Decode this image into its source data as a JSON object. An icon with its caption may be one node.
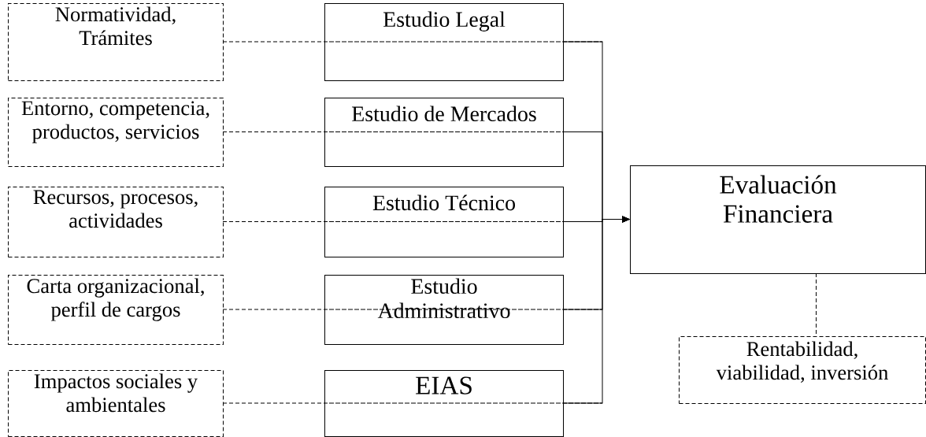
{
  "diagram": {
    "nodes": [
      {
        "text": [
          "Normatividad, Trámites"
        ]
      },
      {
        "text": [
          "Estudio Legal"
        ]
      },
      {
        "text": [
          "Entorno, competencia, productos, servicios"
        ]
      },
      {
        "text": [
          "Estudio de Mercados"
        ]
      },
      {
        "text": [
          "Recursos, procesos, actividades"
        ]
      },
      {
        "text": [
          "Estudio Técnico"
        ]
      },
      {
        "text": [
          "Carta organizacional, perfil de cargos"
        ]
      },
      {
        "text": [
          "Estudio Administrativo"
        ]
      },
      {
        "text": [
          "Impactos sociales y ambientales"
        ]
      },
      {
        "text": [
          "EIAS"
        ]
      },
      {
        "text": [
          "Evaluación Financiera"
        ]
      },
      {
        "text": [
          "Rentabilidad, viabilidad, inversión"
        ]
      }
    ],
    "edges": [
      {
        "from": 0,
        "to": 1,
        "arrow": "none",
        "style": "dashed"
      },
      {
        "from": 2,
        "to": 3,
        "arrow": "none",
        "style": "dashed"
      },
      {
        "from": 4,
        "to": 5,
        "arrow": "none",
        "style": "dashed"
      },
      {
        "from": 6,
        "to": 7,
        "arrow": "none",
        "style": "dashed"
      },
      {
        "from": 8,
        "to": 9,
        "arrow": "none",
        "style": "dashed"
      },
      {
        "from": 1,
        "to": 10,
        "arrow": "to"
      },
      {
        "from": 3,
        "to": 10,
        "arrow": "to"
      },
      {
        "from": 5,
        "to": 10,
        "arrow": "to"
      },
      {
        "from": 7,
        "to": 10,
        "arrow": "to"
      },
      {
        "from": 9,
        "to": 10,
        "arrow": "to"
      },
      {
        "from": 10,
        "to": 11,
        "arrow": "none",
        "style": "dashed"
      }
    ]
  }
}
